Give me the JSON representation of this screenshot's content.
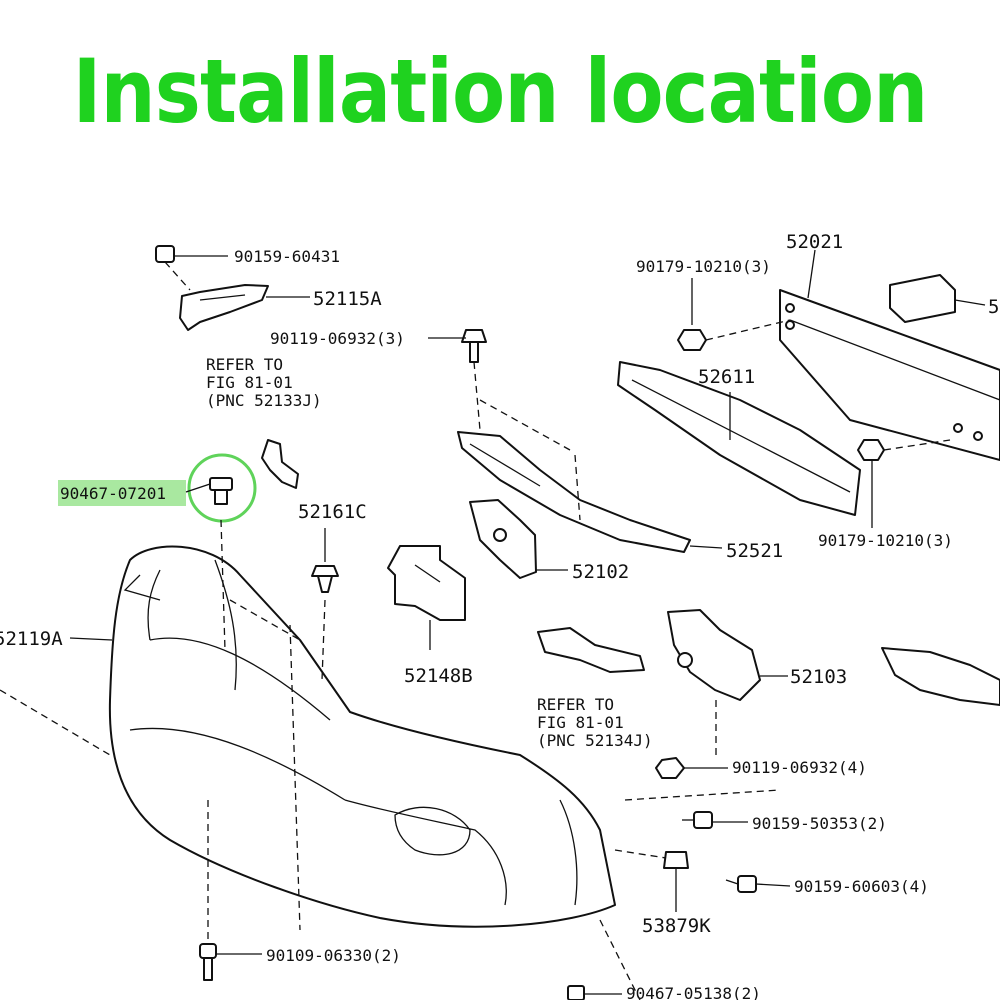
{
  "title": "Installation location",
  "colors": {
    "title": "#1fd21f",
    "highlight": "#a9e8a0",
    "circle": "#5fd35a",
    "ink": "#111111"
  },
  "labels": {
    "p90159_60431": "90159-60431",
    "p52115A": "52115A",
    "p90119_06932_3": "90119-06932(3)",
    "refer1_l1": "REFER TO",
    "refer1_l2": "FIG 81-01",
    "refer1_l3": "(PNC 52133J)",
    "p90467_07201": "90467-07201",
    "p52161C": "52161C",
    "p52119A": "52119A",
    "p52148B": "52148B",
    "p52021": "52021",
    "p90179_10210_top": "90179-10210(3)",
    "p52611": "52611",
    "p52521": "52521",
    "p52102": "52102",
    "p90179_10210_bot": "90179-10210(3)",
    "p52103": "52103",
    "refer2_l1": "REFER TO",
    "refer2_l2": "FIG 81-01",
    "refer2_l3": "(PNC 52134J)",
    "p90119_06932_4": "90119-06932(4)",
    "p90159_50353": "90159-50353(2)",
    "p90159_60603": "90159-60603(4)",
    "p53879K": "53879K",
    "p90109_06330": "90109-06330(2)",
    "p90467_05138": "90467-05138(2)",
    "edge_right": "5"
  }
}
